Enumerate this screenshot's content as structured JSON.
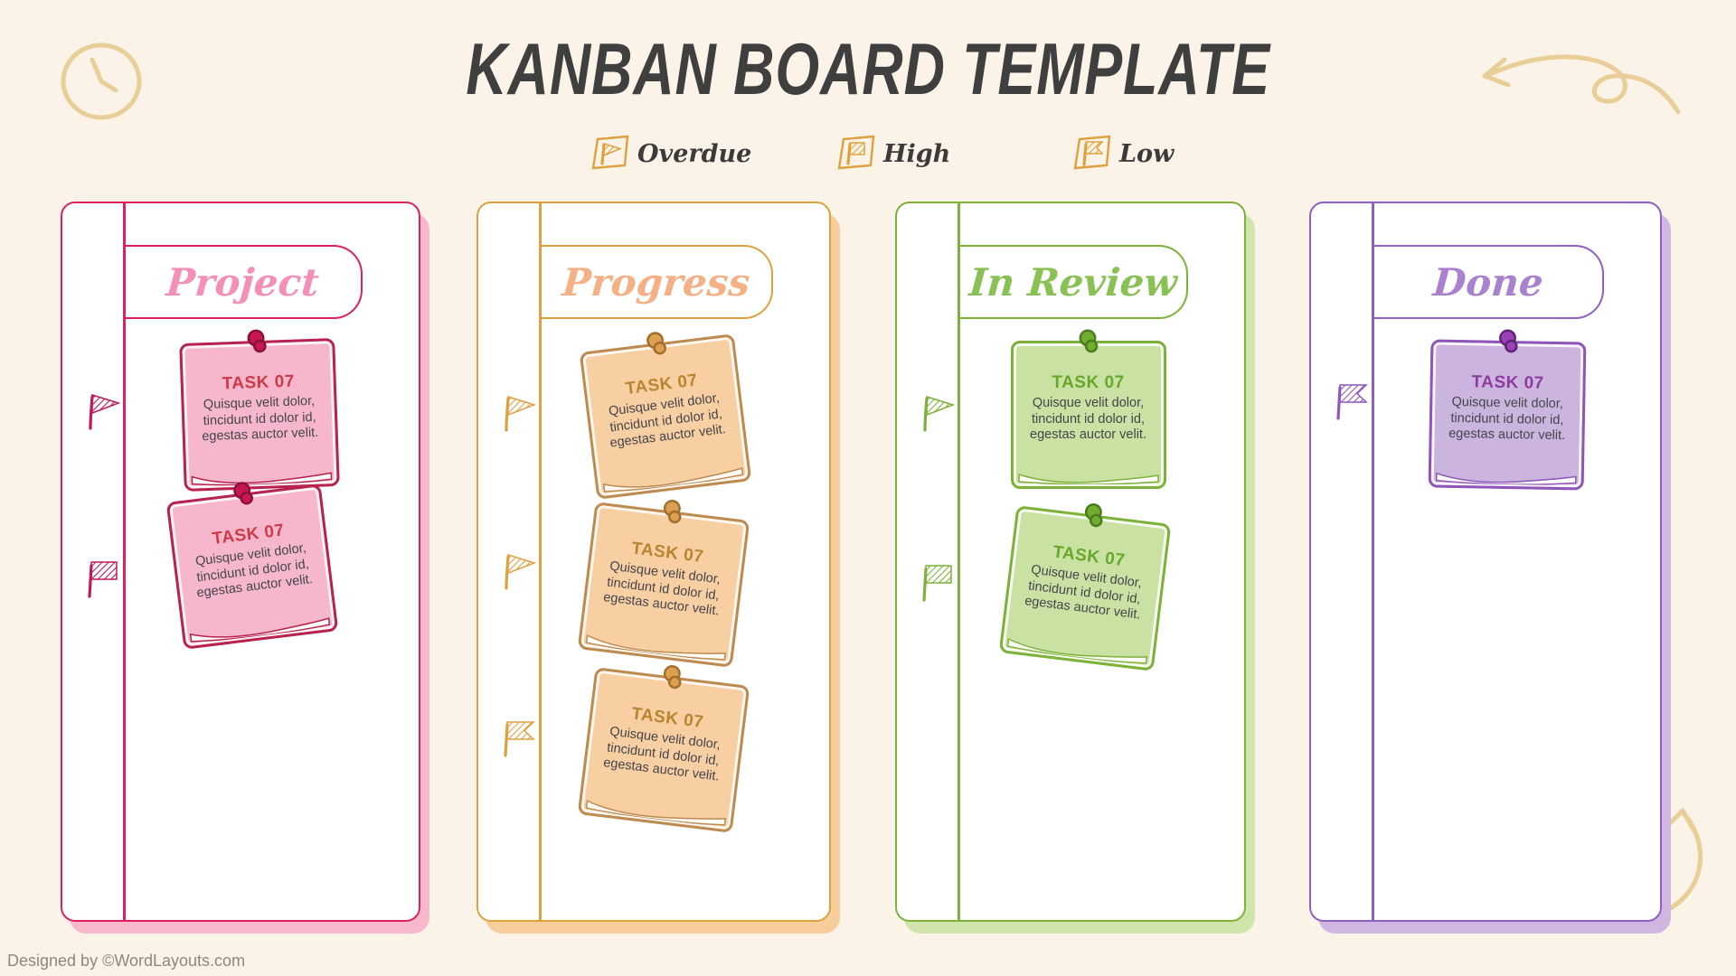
{
  "title": "KANBAN BOARD TEMPLATE",
  "footer": {
    "credit": "Designed by ©WordLayouts.com"
  },
  "legend": {
    "icon_color": "#DFA13F",
    "items": [
      {
        "label": "Overdue",
        "icon": "overdue-flag-icon",
        "flag_shape": "pennant"
      },
      {
        "label": "High",
        "icon": "high-flag-icon",
        "flag_shape": "rectangle"
      },
      {
        "label": "Low",
        "icon": "low-flag-icon",
        "flag_shape": "swallowtail"
      }
    ]
  },
  "colors": {
    "background": "#FBF3E8",
    "title_text": "#3F3F3F",
    "legend_text": "#3B3B3B",
    "doodle_tan": "#E9CE97",
    "pink": "#C2185B",
    "gold": "#DFA13F",
    "green": "#7CB23A",
    "purple": "#8E56BA",
    "note_body_text": "#43454A",
    "footer_text": "#8C8780"
  },
  "icons": {
    "clock": "hand-drawn clock doodle",
    "top_right_arrow": "looped arrow doodle",
    "bottom_right_arrow": "curved arrow doodle",
    "pushpin": "round pushpin",
    "pennant": "triangular flag",
    "rectangle": "rectangular flag",
    "swallowtail": "notched flag"
  },
  "columns": [
    {
      "title": "Project",
      "accent": "#DD2160",
      "shadow": "#F9B9CC",
      "title_color": "#F48FB9",
      "note_fill": "#F6B7CD",
      "note_border": "#B7224F",
      "note_title_color": "#CE3A47",
      "pin_fill": "#C51850",
      "pin_outline": "#8E0E3A",
      "flag_color": "#C2185B",
      "flags": [
        {
          "priority": "Overdue",
          "shape": "pennant"
        },
        {
          "priority": "High",
          "shape": "rectangle"
        }
      ],
      "notes": [
        {
          "title": "TASK 07",
          "body": "Quisque velit dolor, tincidunt id dolor id, egestas auctor velit."
        },
        {
          "title": "TASK 07",
          "body": "Quisque velit dolor, tincidunt id dolor id, egestas auctor velit."
        }
      ]
    },
    {
      "title": "Progress",
      "accent": "#DFA13F",
      "shadow": "#F8CD9C",
      "title_color": "#F5B185",
      "note_fill": "#F8CEA3",
      "note_border": "#BD8A50",
      "note_title_color": "#B9852F",
      "pin_fill": "#DD9F52",
      "pin_outline": "#A2702A",
      "flag_color": "#DFA13F",
      "flags": [
        {
          "priority": "Overdue",
          "shape": "pennant"
        },
        {
          "priority": "Overdue",
          "shape": "pennant"
        },
        {
          "priority": "Low",
          "shape": "swallowtail"
        }
      ],
      "notes": [
        {
          "title": "TASK 07",
          "body": "Quisque velit dolor, tincidunt id dolor id, egestas auctor velit."
        },
        {
          "title": "TASK 07",
          "body": "Quisque velit dolor, tincidunt id dolor id, egestas auctor velit."
        },
        {
          "title": "TASK 07",
          "body": "Quisque velit dolor, tincidunt id dolor id, egestas auctor velit."
        }
      ]
    },
    {
      "title": "In Review",
      "accent": "#7CB23A",
      "shadow": "#CFE5AC",
      "title_color": "#8AC155",
      "note_fill": "#C9E2A4",
      "note_border": "#7CB23A",
      "note_title_color": "#67A82B",
      "pin_fill": "#6FAE2E",
      "pin_outline": "#4C7C1D",
      "flag_color": "#7CB23A",
      "flags": [
        {
          "priority": "Overdue",
          "shape": "pennant"
        },
        {
          "priority": "High",
          "shape": "rectangle"
        }
      ],
      "notes": [
        {
          "title": "TASK 07",
          "body": "Quisque velit dolor, tincidunt id dolor id, egestas auctor velit."
        },
        {
          "title": "TASK 07",
          "body": "Quisque velit dolor, tincidunt id dolor id, egestas auctor velit."
        }
      ]
    },
    {
      "title": "Done",
      "accent": "#8F5FC0",
      "shadow": "#CFB7E2",
      "title_color": "#A981CE",
      "note_fill": "#CBB4DE",
      "note_border": "#8E56BA",
      "note_title_color": "#8E3BA0",
      "pin_fill": "#9A41B5",
      "pin_outline": "#5E2378",
      "flag_color": "#8E56BA",
      "flags": [
        {
          "priority": "Low",
          "shape": "swallowtail"
        }
      ],
      "notes": [
        {
          "title": "TASK 07",
          "body": "Quisque velit dolor, tincidunt id dolor id, egestas auctor velit."
        }
      ]
    }
  ]
}
